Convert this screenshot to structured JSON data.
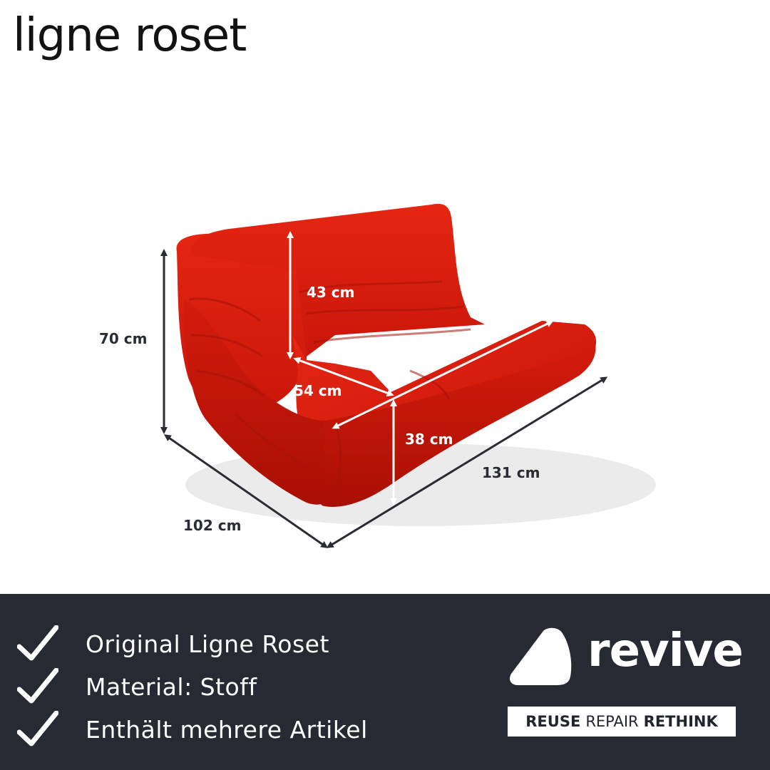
{
  "brand": {
    "logo_text": "ligne roset"
  },
  "dimensions": {
    "back_height": "43 cm",
    "seat_width": "131 cm",
    "seat_depth": "54 cm",
    "seat_height": "38 cm",
    "total_height": "70 cm",
    "total_width": "131 cm",
    "total_depth": "102 cm"
  },
  "features": [
    {
      "text": "Original Ligne Roset"
    },
    {
      "text": "Material: Stoff"
    },
    {
      "text": "Enthält mehrere Artikel"
    }
  ],
  "footer": {
    "logo_word": "revive",
    "tagline": {
      "reuse": "REUSE",
      "repair": "REPAIR",
      "rethink": "RETHINK"
    }
  },
  "icons": {
    "check": "check-icon",
    "revive_mark": "revive-logo-icon"
  },
  "colors": {
    "sofa_red": "#d81d0d",
    "sofa_shadow": "#a20f05",
    "bar_background": "#272a33",
    "dimension_dark": "#2a2c33",
    "white": "#ffffff"
  }
}
